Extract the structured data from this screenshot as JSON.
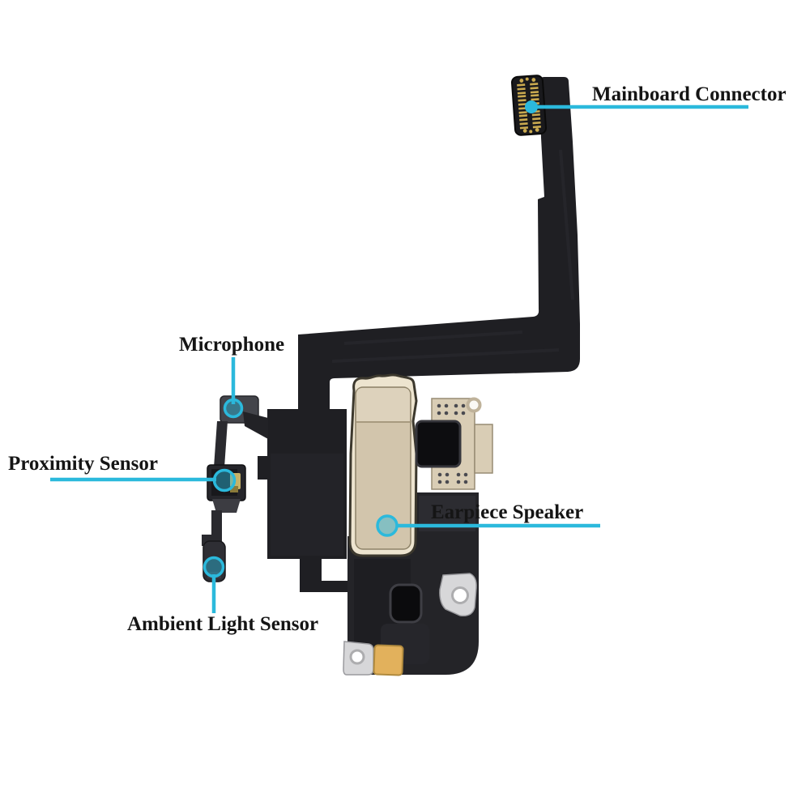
{
  "page": {
    "background_color": "#ffffff",
    "accent_color": "#2bb9dc",
    "label_text_color": "#151515"
  },
  "diagram": {
    "kind": "annotated-parts-diagram",
    "labels": [
      {
        "id": "mainboard-connector",
        "text": "Mainboard Connector"
      },
      {
        "id": "microphone",
        "text": "Microphone"
      },
      {
        "id": "proximity-sensor",
        "text": "Proximity Sensor"
      },
      {
        "id": "earpiece-speaker",
        "text": "Earpiece Speaker"
      },
      {
        "id": "ambient-light-sensor",
        "text": "Ambient Light Sensor"
      }
    ]
  },
  "colors": {
    "flex_cable": "#1f1f23",
    "flex_cable_light": "#2d2d32",
    "component_gray": "#43444a",
    "speaker_gasket": "#ede4cf",
    "speaker_face": "#d2c5ac",
    "speaker_cap": "#ddd2bc",
    "speaker_outline": "#3c382d",
    "metal_plate": "#d9cdb5",
    "metal_silver": "#d7d7d9",
    "gold_pin": "#c9a94f",
    "gold_pad": "#e2b15c",
    "dark_socket": "#0d0d10",
    "mesh_hole": "#0b0b0d"
  }
}
